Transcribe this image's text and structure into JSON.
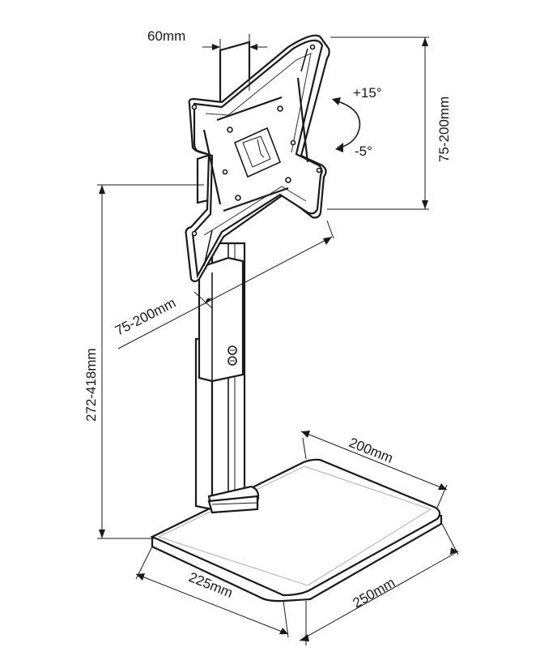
{
  "dimensions": {
    "mount_gap": "60mm",
    "vesa_vertical": "75-200mm",
    "vesa_horizontal": "75-200mm",
    "tilt_up": "+15°",
    "tilt_down": "-5°",
    "height_range": "272-418mm",
    "base_depth": "200mm",
    "base_width": "225mm",
    "base_diagonal": "250mm"
  },
  "colors": {
    "line": "#1a1a1a",
    "background": "#ffffff"
  }
}
